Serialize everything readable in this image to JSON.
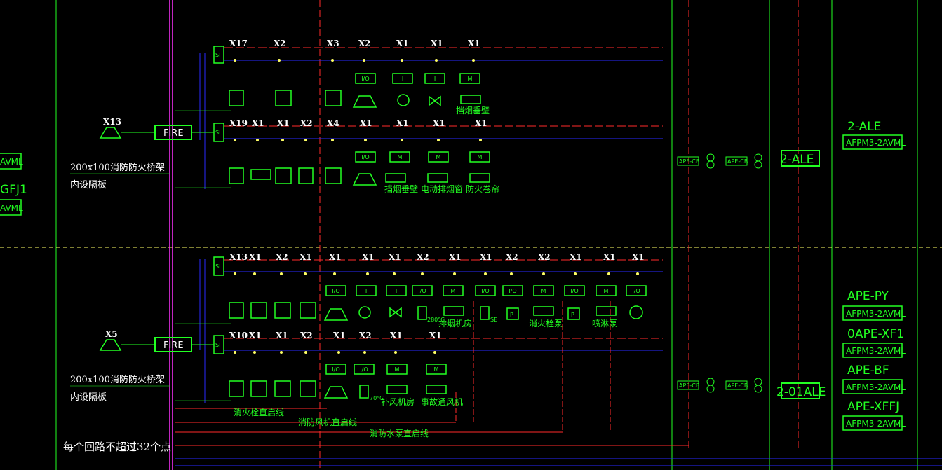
{
  "fire_labels": [
    "FIRE",
    "FIRE"
  ],
  "tray": {
    "line1": "200x100消防防火桥架",
    "line2": "内设隔板"
  },
  "loop_inputs": [
    "X13",
    "X5"
  ],
  "row1": {
    "addr_a": [
      "X17",
      "X2",
      "X3",
      "X2",
      "X1",
      "X1",
      "X1"
    ],
    "addr_b": [
      "X19",
      "X1",
      "X1",
      "X2",
      "X4",
      "X1",
      "X1",
      "X1",
      "X1"
    ],
    "module_a": [
      "I/O",
      "I",
      "I",
      "M"
    ],
    "module_b": [
      "I/O",
      "M",
      "M",
      "M"
    ],
    "caption_a": [
      "挡烟垂壁"
    ],
    "caption_b": [
      "挡烟垂壁",
      "电动排烟窗",
      "防火卷帘"
    ]
  },
  "row2": {
    "addr_a": [
      "X13",
      "X1",
      "X2",
      "X1",
      "X1",
      "X1",
      "X1",
      "X2",
      "X1",
      "X1",
      "X2",
      "X2",
      "X1",
      "X1",
      "X1"
    ],
    "addr_b": [
      "X10",
      "X1",
      "X1",
      "X2",
      "X1",
      "X2",
      "X1",
      "X1"
    ],
    "module_a": [
      "I/O",
      "I",
      "I",
      "I/O",
      "M",
      "I/O",
      "I/O",
      "M",
      "I/O",
      "M",
      "I/O"
    ],
    "module_b": [
      "I/O",
      "I/O",
      "M",
      "M"
    ],
    "caption_a": [
      "排烟机房",
      "消火栓泵",
      "喷淋泵"
    ],
    "caption_b": [
      "补风机房",
      "事故通风机"
    ],
    "small": [
      "280°C",
      "SE",
      "P",
      "P",
      "70°C"
    ]
  },
  "direct_lines": [
    "消火栓直启线",
    "消防风机直启线",
    "消防水泵直启线"
  ],
  "note": "每个回路不超过32个点",
  "left_panels": [
    "AVML",
    "GFJ1",
    "AVML"
  ],
  "right_panels": {
    "top_title": "2-ALE",
    "top_box": "AFPM3-2AVML",
    "ale1": "2-ALE",
    "ale2": "2-01ALE",
    "items": [
      {
        "title": "APE-PY",
        "box": "AFPM3-2AVML"
      },
      {
        "title": "0APE-XF1",
        "box": "AFPM3-2AVML"
      },
      {
        "title": "APE-BF",
        "box": "AFPM3-2AVML"
      },
      {
        "title": "APE-XFFJ",
        "box": "AFPM3-2AVML"
      }
    ]
  },
  "mid_devices": [
    "APE-CB",
    "APE-CB",
    "APE-CB",
    "APE-CB"
  ],
  "colors": {
    "background": "#000000",
    "green": "#22ff22",
    "blue": "#2a2aff",
    "red": "#ff2a2a",
    "magenta": "#ff33ff",
    "yellow": "#ffff66"
  }
}
